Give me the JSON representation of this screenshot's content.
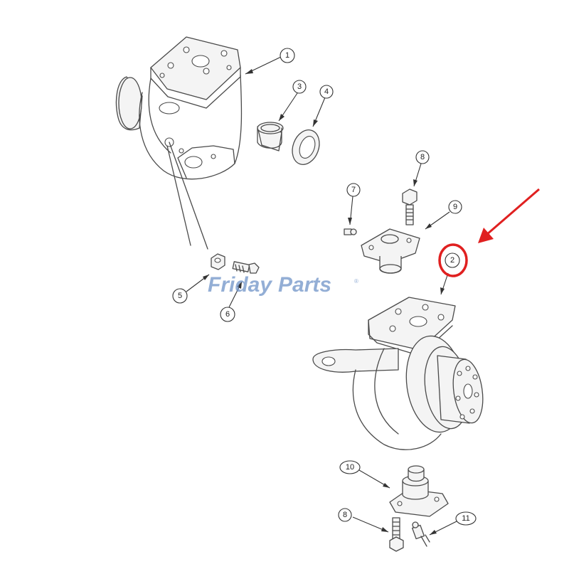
{
  "watermark": {
    "text_friday": "Friday",
    "text_parts": "Parts",
    "reg": "®",
    "color": "#6f93c8"
  },
  "highlight": {
    "color": "#e02020",
    "target_label": "2"
  },
  "callouts": [
    {
      "id": "c1",
      "label": "1"
    },
    {
      "id": "c2",
      "label": "2"
    },
    {
      "id": "c3",
      "label": "3"
    },
    {
      "id": "c4",
      "label": "4"
    },
    {
      "id": "c5",
      "label": "5"
    },
    {
      "id": "c6",
      "label": "6"
    },
    {
      "id": "c7",
      "label": "7"
    },
    {
      "id": "c8a",
      "label": "8"
    },
    {
      "id": "c9",
      "label": "9"
    },
    {
      "id": "c10",
      "label": "10"
    },
    {
      "id": "c8b",
      "label": "8"
    },
    {
      "id": "c11",
      "label": "11"
    }
  ]
}
